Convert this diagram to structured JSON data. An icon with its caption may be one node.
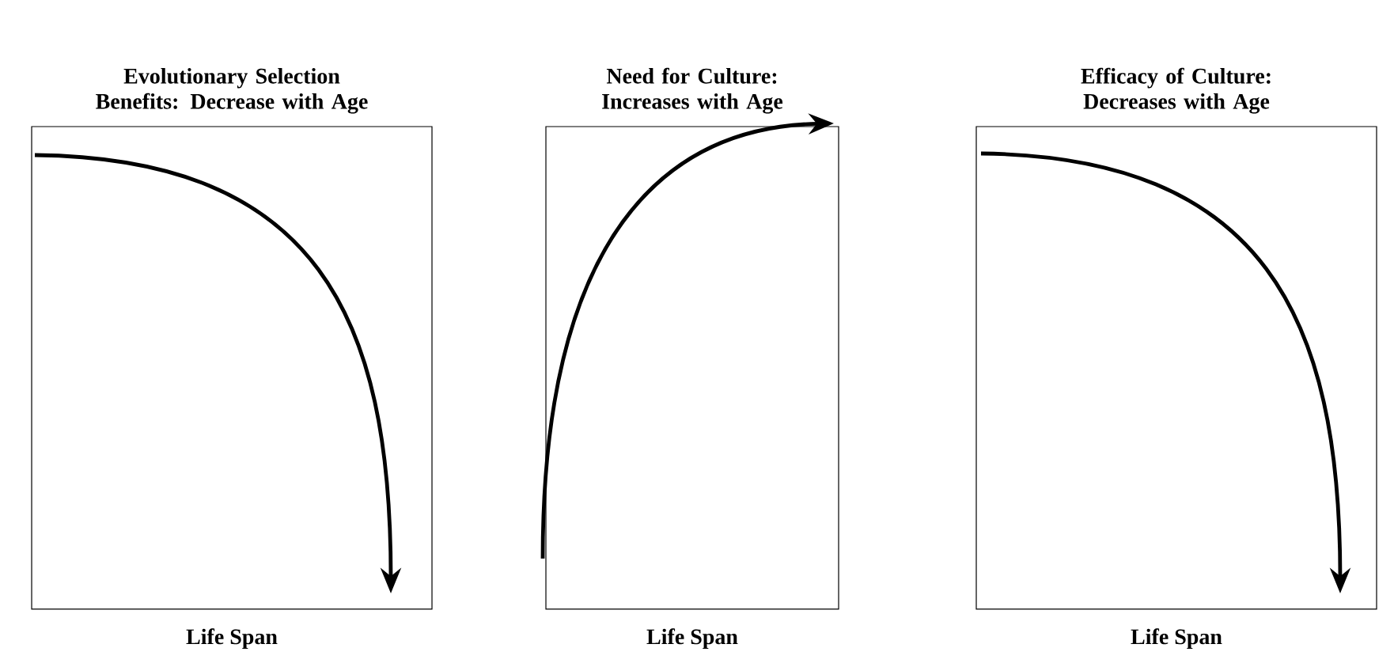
{
  "diagram": {
    "nodes": [
      {
        "text": [
          "Evolutionary Selection Benefits: Decrease with Age",
          "Life Span"
        ]
      },
      {
        "text": [
          "Need for Culture: Increases with Age",
          "Life Span"
        ]
      },
      {
        "text": [
          "Efficacy of Culture: Decreases with Age",
          "Life Span"
        ]
      }
    ]
  }
}
